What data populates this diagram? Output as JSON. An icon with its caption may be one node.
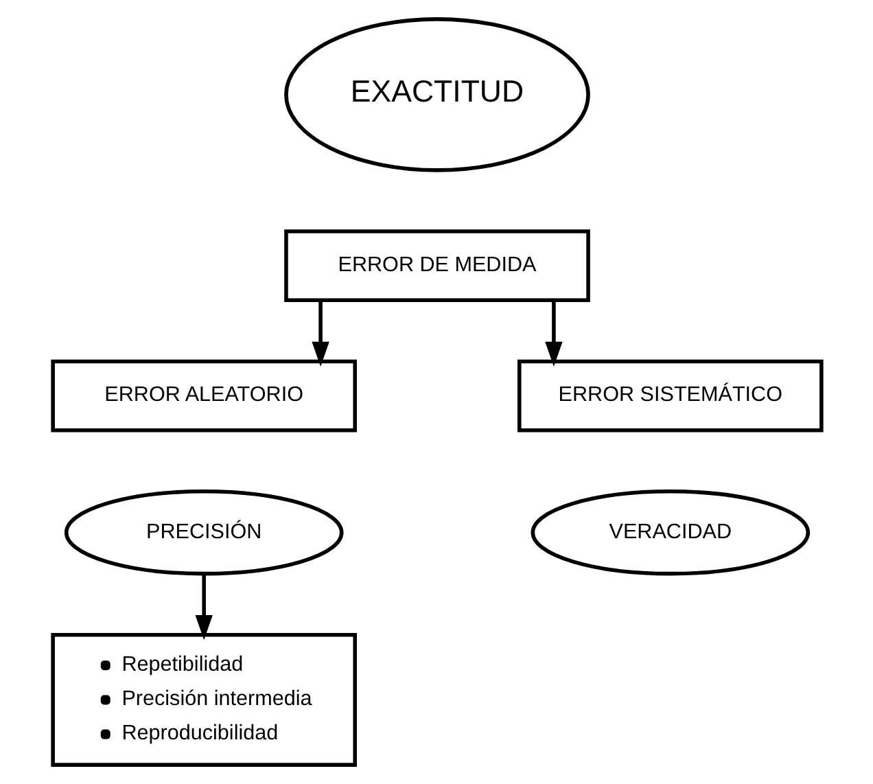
{
  "diagram": {
    "nodes": [
      {
        "text": [
          "EXACTITUD"
        ]
      },
      {
        "text": [
          "ERROR DE MEDIDA"
        ]
      },
      {
        "text": [
          "ERROR ALEATORIO"
        ]
      },
      {
        "text": [
          "ERROR SISTEMÁTICO"
        ]
      },
      {
        "text": [
          "PRECISIÓN"
        ]
      },
      {
        "text": [
          "VERACIDAD"
        ]
      },
      {
        "text": [
          "Repetibilidad",
          "Precisión intermedia",
          "Reproducibilidad"
        ]
      }
    ],
    "edges": [
      {
        "from": 1,
        "to": 2,
        "arrow": "to"
      },
      {
        "from": 1,
        "to": 3,
        "arrow": "to"
      },
      {
        "from": 4,
        "to": 6,
        "arrow": "to"
      }
    ]
  }
}
